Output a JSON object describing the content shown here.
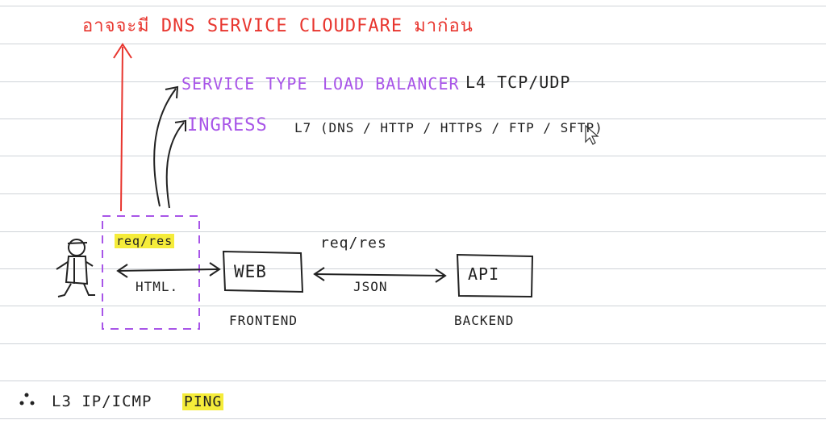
{
  "header_note": "อาจจะมี DNS SERVICE CLOUDFARE มาก่อน",
  "layers": {
    "service_type": "SERVICE TYPE",
    "load_balancer": "LOAD BALANCER",
    "l4_label": "L4 TCP/UDP",
    "ingress": "INGRESS",
    "l7_label": "L7 (DNS / HTTP / HTTPS / FTP / SFTP)",
    "l3_label": "L3 IP/ICMP",
    "ping": "PING"
  },
  "diagram": {
    "req_res_left": "req/res",
    "html": "HTML.",
    "web_box": "WEB",
    "frontend": "FRONTEND",
    "req_res_right": "req/res",
    "json": "JSON",
    "api_box": "API",
    "backend": "BACKEND"
  },
  "colors": {
    "red_ink": "#e8352e",
    "purple_ink": "#a855e8",
    "black_ink": "#222222",
    "highlight": "#f5ec3a",
    "ruled_line": "#cfd3d8"
  }
}
